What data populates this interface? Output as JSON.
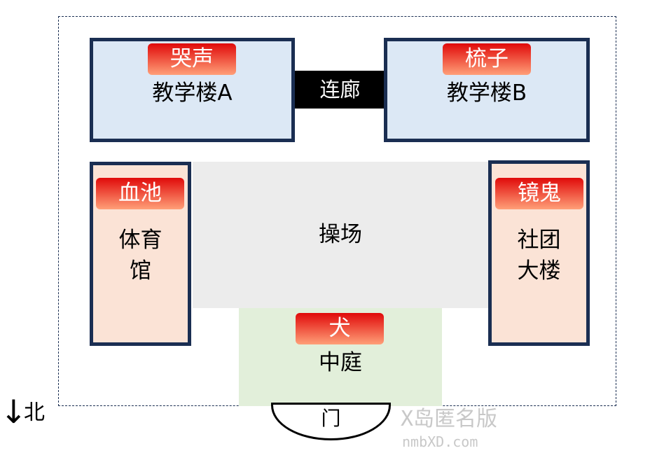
{
  "buildings": {
    "teaching_a": {
      "name": "教学楼A",
      "tag": "哭声"
    },
    "teaching_b": {
      "name": "教学楼B",
      "tag": "梳子"
    },
    "gym": {
      "name": "体育馆",
      "tag": "血池"
    },
    "club": {
      "name": "社团大楼",
      "tag": "镜鬼"
    }
  },
  "corridor": "连廊",
  "playground": "操场",
  "courtyard": {
    "name": "中庭",
    "tag": "犬"
  },
  "gate": "门",
  "compass": {
    "label": "北",
    "arrow": "↓"
  },
  "watermark": {
    "line1": "X岛匿名版",
    "line2": "nmbXD.com"
  },
  "colors": {
    "border": "#1a2e52",
    "tag_top": "#e00a0a",
    "tag_bottom": "#ff9f78"
  }
}
